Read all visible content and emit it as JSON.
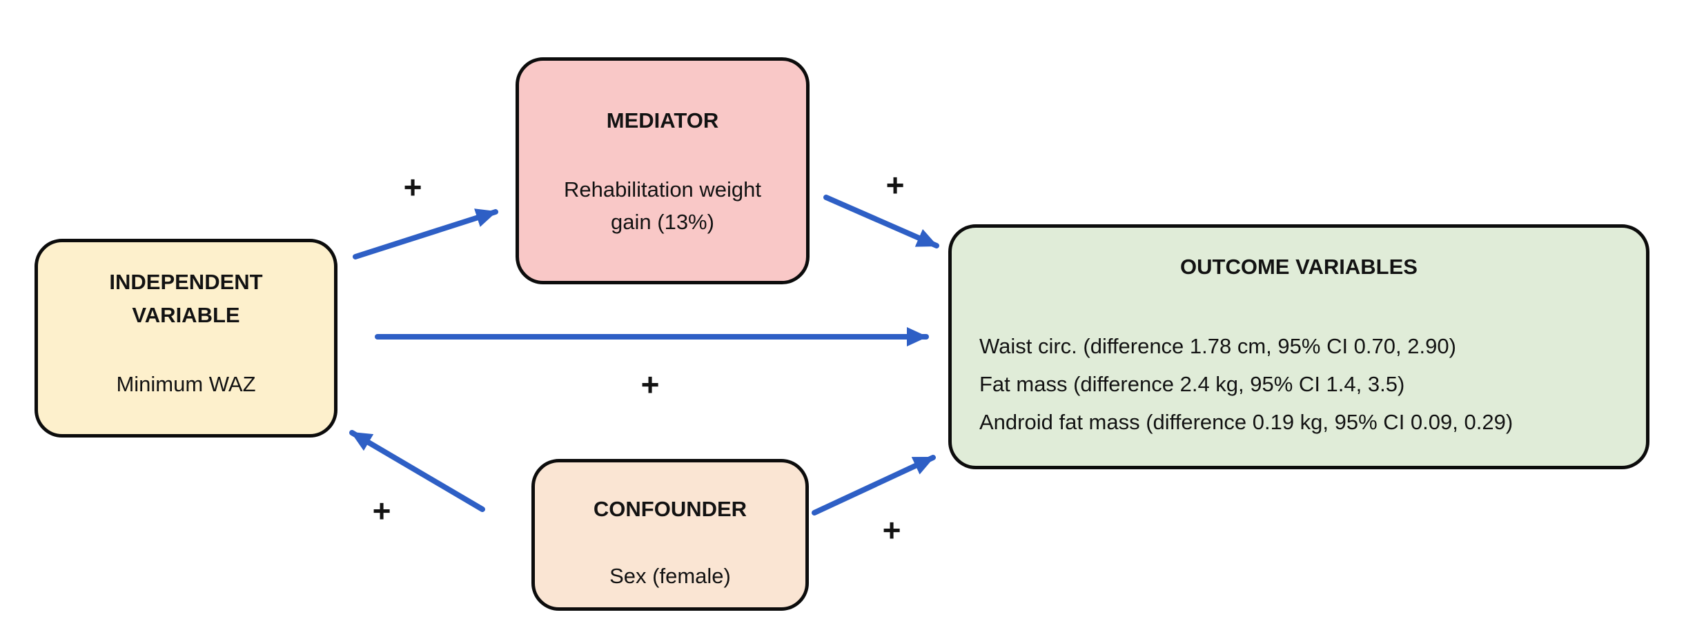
{
  "boxes": {
    "independent": {
      "title": "INDEPENDENT VARIABLE",
      "value": "Minimum WAZ",
      "fill": "#fdf0cc"
    },
    "mediator": {
      "title": "MEDIATOR",
      "value": "Rehabilitation weight gain (13%)",
      "fill": "#f9c8c7"
    },
    "confounder": {
      "title": "CONFOUNDER",
      "value": "Sex (female)",
      "fill": "#fae5d3"
    },
    "outcome": {
      "title": "OUTCOME VARIABLES",
      "items": [
        "Waist circ. (difference 1.78 cm, 95% CI 0.70, 2.90)",
        "Fat mass (difference 2.4 kg, 95% CI 1.4, 3.5)",
        "Android fat mass (difference 0.19 kg, 95% CI 0.09, 0.29)"
      ],
      "fill": "#e0ecd8"
    }
  },
  "arrows": {
    "color": "#2e5fc5",
    "signs": {
      "iv_mediator": "+",
      "mediator_outcome": "+",
      "iv_outcome": "+",
      "confounder_iv": "+",
      "confounder_outcome": "+"
    }
  }
}
